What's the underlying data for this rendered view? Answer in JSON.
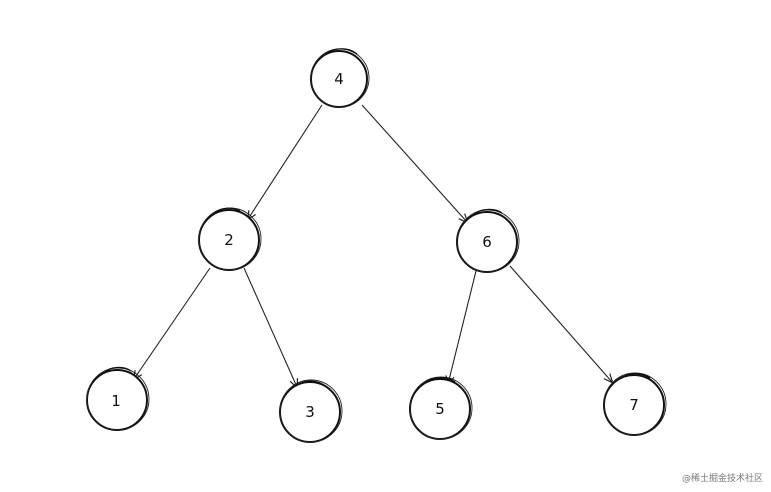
{
  "tree": {
    "nodes": [
      {
        "id": "n4",
        "label": "4"
      },
      {
        "id": "n2",
        "label": "2"
      },
      {
        "id": "n6",
        "label": "6"
      },
      {
        "id": "n1",
        "label": "1"
      },
      {
        "id": "n3",
        "label": "3"
      },
      {
        "id": "n5",
        "label": "5"
      },
      {
        "id": "n7",
        "label": "7"
      }
    ],
    "edges": [
      {
        "from": "n4",
        "to": "n2"
      },
      {
        "from": "n4",
        "to": "n6"
      },
      {
        "from": "n2",
        "to": "n1"
      },
      {
        "from": "n2",
        "to": "n3"
      },
      {
        "from": "n6",
        "to": "n5"
      },
      {
        "from": "n6",
        "to": "n7"
      }
    ]
  },
  "watermark": "@稀土掘金技术社区",
  "colors": {
    "stroke": "#222222",
    "background": "#ffffff",
    "text": "#111111"
  }
}
